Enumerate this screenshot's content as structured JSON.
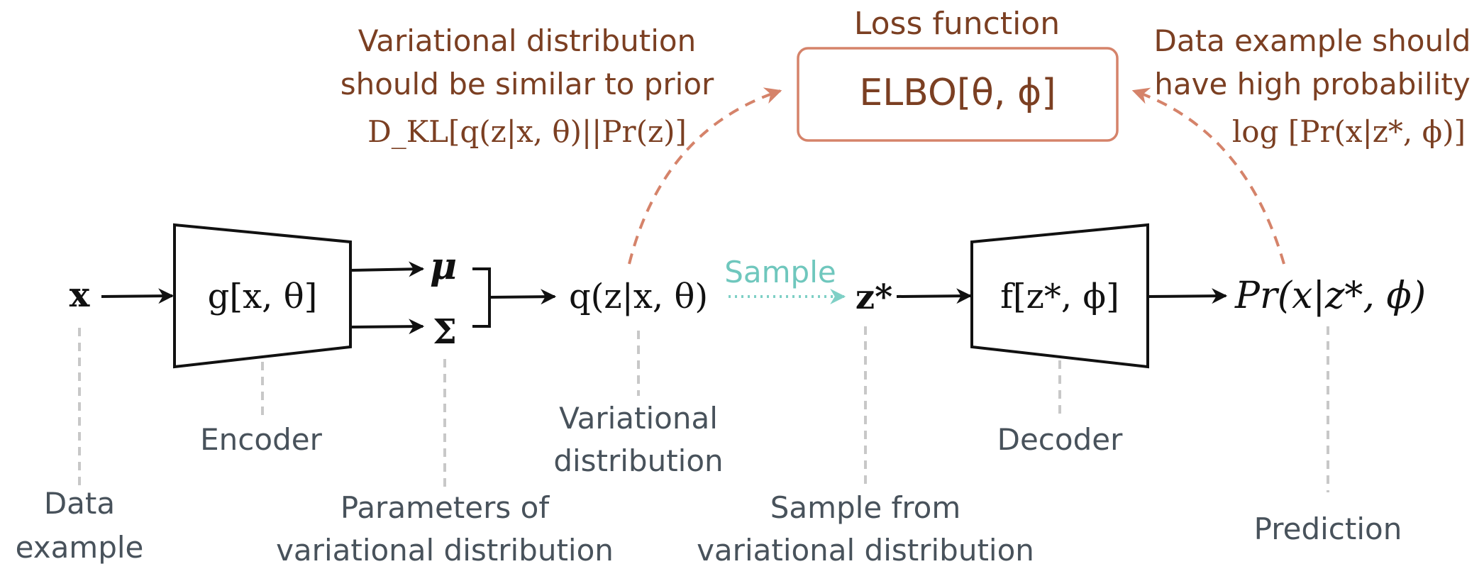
{
  "colors": {
    "accent_orange": "#d5836a",
    "annotation_brown": "#7b3f22",
    "label_gray": "#48525b",
    "sample_teal": "#7fd0c6",
    "leader_gray": "#c8c8c8",
    "stroke_dark": "#111111"
  },
  "loss": {
    "title": "Loss function",
    "box_text": "ELBO[θ, ϕ]"
  },
  "kl_note": {
    "line1": "Variational distribution",
    "line2": "should be similar to prior",
    "formula": "D_KL[q(z|x, θ)||Pr(z)]"
  },
  "data_note": {
    "line1": "Data example should",
    "line2": "have high probability",
    "formula": "log [Pr(x|z*, ϕ)]"
  },
  "nodes": {
    "x": "x",
    "encoder_box": "g[x, θ]",
    "mu": "μ",
    "sigma": "Σ",
    "q": "q(z|x, θ)",
    "sample_label": "Sample",
    "z_star": "z*",
    "decoder_box": "f[z*, ϕ]",
    "prediction": "Pr(x|z*, ϕ)"
  },
  "captions": {
    "data_example_1": "Data",
    "data_example_2": "example",
    "encoder": "Encoder",
    "params_1": "Parameters of",
    "params_2": "variational distribution",
    "variational_1": "Variational",
    "variational_2": "distribution",
    "sample_from_1": "Sample from",
    "sample_from_2": "variational distribution",
    "decoder": "Decoder",
    "prediction": "Prediction"
  }
}
